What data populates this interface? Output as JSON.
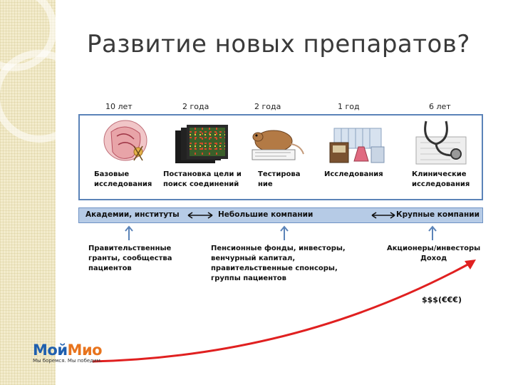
{
  "title": "Развитие новых препаратов?",
  "stages": [
    {
      "duration": "10 лет",
      "label": "Базовые исследования",
      "icon": "anatomy-illustration-icon"
    },
    {
      "duration": "2 года",
      "label": "Постановка цели и поиск соединений",
      "icon": "microarray-plates-icon"
    },
    {
      "duration": "2 года",
      "label": "Тестирование",
      "icon": "lab-rat-icon"
    },
    {
      "duration": "1 год",
      "label": "Исследования",
      "icon": "lab-equipment-icon"
    },
    {
      "duration": "6 лет",
      "label": "Клинические исследования",
      "icon": "stethoscope-icon"
    }
  ],
  "stage_label_lines": {
    "basic_1": "Базовые",
    "basic_2": "исследования",
    "target_1": "Постановка цели и",
    "target_2": "поиск соединений",
    "test_1": "Тестирова",
    "test_2": "ние",
    "research_1": "Исследования",
    "clinical_1": "Клинические",
    "clinical_2": "исследования"
  },
  "organizations": {
    "academia": "Академии, институты",
    "small": "Небольшие компании",
    "large": "Крупные компании"
  },
  "funding": {
    "academia": [
      "Правительственные",
      "гранты, сообщества",
      "пациентов"
    ],
    "small": [
      "Пенсионные фонды, инвесторы,",
      "венчурный капитал,",
      "правительственные спонсоры,",
      "группы пациентов"
    ],
    "large": [
      "Акционеры/инвесторы",
      "Доход"
    ]
  },
  "money_label": "$$$(€€€)",
  "logo": {
    "part_a": "Мой",
    "part_b": "Мио",
    "tagline": "Мы боремся. Мы победим."
  },
  "colors": {
    "box_border": "#5b83b8",
    "org_bar": "#b6cbe6",
    "arrow": "#5b83b8",
    "curve": "#e02020",
    "logo_blue": "#1f5fae",
    "logo_orange": "#e8741e"
  }
}
